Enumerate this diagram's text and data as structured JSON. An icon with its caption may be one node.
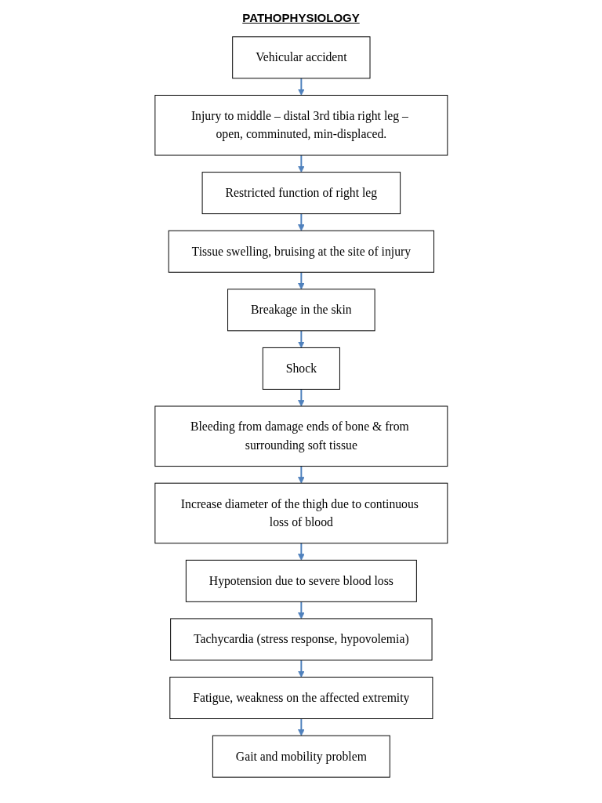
{
  "diagram": {
    "title": "PATHOPHYSIOLOGY",
    "nodes": [
      {
        "text": [
          "Vehicular accident"
        ]
      },
      {
        "text": [
          "Injury to middle – distal 3rd tibia right leg – open, comminuted, min-displaced."
        ]
      },
      {
        "text": [
          "Restricted function of right leg"
        ]
      },
      {
        "text": [
          "Tissue swelling, bruising at the site of injury"
        ]
      },
      {
        "text": [
          "Breakage in the skin"
        ]
      },
      {
        "text": [
          "Shock"
        ]
      },
      {
        "text": [
          "Bleeding from damage ends of bone & from surrounding soft tissue"
        ]
      },
      {
        "text": [
          "Increase diameter of the thigh due to continuous loss of blood"
        ]
      },
      {
        "text": [
          "Hypotension due to severe blood loss"
        ]
      },
      {
        "text": [
          "Tachycardia (stress response, hypovolemia)"
        ]
      },
      {
        "text": [
          "Fatigue, weakness on the affected extremity"
        ]
      },
      {
        "text": [
          "Gait and mobility problem"
        ]
      }
    ],
    "edges": [
      {
        "from": 0,
        "to": 1,
        "arrow": "to"
      },
      {
        "from": 1,
        "to": 2,
        "arrow": "to"
      },
      {
        "from": 2,
        "to": 3,
        "arrow": "to"
      },
      {
        "from": 3,
        "to": 4,
        "arrow": "to"
      },
      {
        "from": 4,
        "to": 5,
        "arrow": "to"
      },
      {
        "from": 5,
        "to": 6,
        "arrow": "to"
      },
      {
        "from": 6,
        "to": 7,
        "arrow": "to"
      },
      {
        "from": 7,
        "to": 8,
        "arrow": "to"
      },
      {
        "from": 8,
        "to": 9,
        "arrow": "to"
      },
      {
        "from": 9,
        "to": 10,
        "arrow": "to"
      },
      {
        "from": 10,
        "to": 11,
        "arrow": "to"
      }
    ]
  }
}
